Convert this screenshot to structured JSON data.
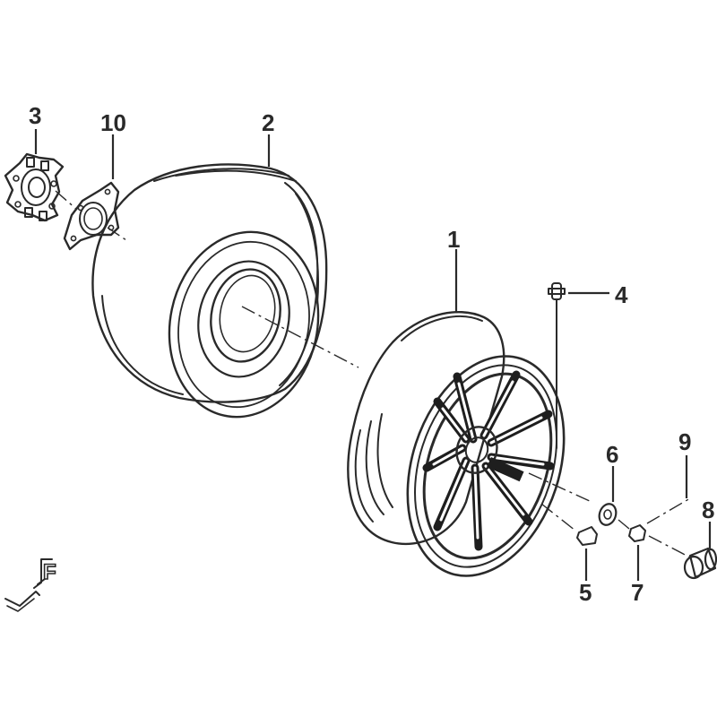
{
  "diagram": {
    "callouts": [
      {
        "id": "rim",
        "label": "1"
      },
      {
        "id": "tire",
        "label": "2"
      },
      {
        "id": "hub",
        "label": "3"
      },
      {
        "id": "valve",
        "label": "4"
      },
      {
        "id": "wheel-nut",
        "label": "5"
      },
      {
        "id": "washer",
        "label": "6"
      },
      {
        "id": "axle-nut",
        "label": "7"
      },
      {
        "id": "cap",
        "label": "8"
      },
      {
        "id": "cotter-pin",
        "label": "9"
      },
      {
        "id": "plate",
        "label": "10"
      }
    ],
    "direction_marker": "F",
    "colors": {
      "line": "#2a2a2a",
      "fill": "#ffffff",
      "shade": "#1e1e1e"
    }
  }
}
